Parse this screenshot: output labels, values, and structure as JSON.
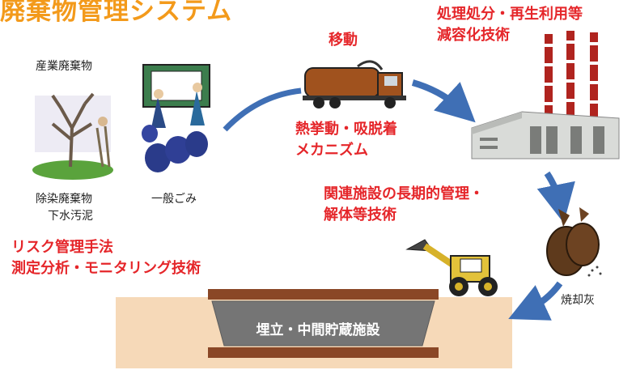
{
  "title": "廃棄物管理システム",
  "sources": {
    "industrial_waste": "産業廃棄物",
    "decontamination_waste": "除染廃棄物",
    "sewage_sludge": "下水汚泥",
    "general_waste": "一般ごみ"
  },
  "processes": {
    "transport": "移動",
    "treatment_line1": "処理処分・再生利用等",
    "treatment_line2": "減容化技術",
    "thermal_line1": "熱挙動・吸脱着",
    "thermal_line2": "メカニズム",
    "facility_line1": "関連施設の長期的管理・",
    "facility_line2": "解体等技術",
    "risk_line1": "リスク管理手法",
    "risk_line2": "測定分析・モニタリング技術"
  },
  "outputs": {
    "incineration_ash": "焼却灰",
    "landfill": "埋立・中間貯蔵施設"
  },
  "colors": {
    "title": "#f39a1b",
    "process_text": "#e5262a",
    "arrow": "#3f6fb5",
    "landfill_ground": "#f6d9b8",
    "landfill_wall": "#8a4726",
    "landfill_core": "#757575"
  }
}
